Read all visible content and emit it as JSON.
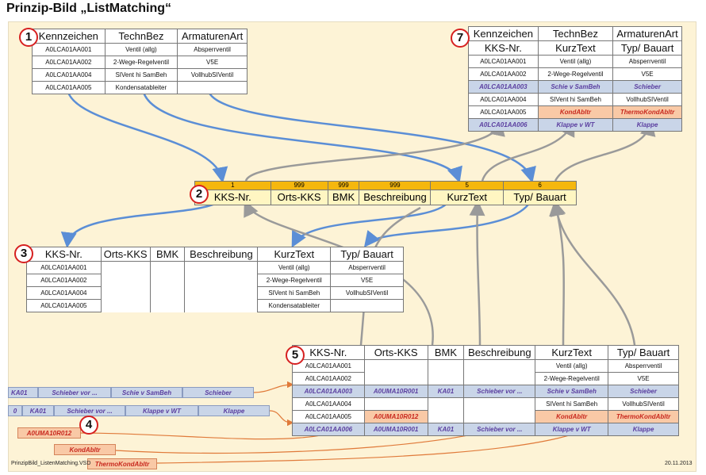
{
  "title": "Prinzip-Bild „ListMatching“",
  "footer_left": "PrinzipBild_ListenMatching.VSD",
  "footer_right": "20.11.2013",
  "badges": [
    "1",
    "2",
    "3",
    "4",
    "5",
    "7"
  ],
  "t1": {
    "headers": [
      "Kennzeichen",
      "TechnBez",
      "ArmaturenArt"
    ],
    "rows": [
      [
        "A0LCA01AA001",
        "Ventil (allg)",
        "Absperrventil"
      ],
      [
        "A0LCA01AA002",
        "2-Wege-Regelventil",
        "V5E"
      ],
      [
        "A0LCA01AA004",
        "SIVent hi SamBeh",
        "VollhubSIVentil"
      ],
      [
        "A0LCA01AA005",
        "Kondensatableiter",
        ""
      ]
    ]
  },
  "t2": {
    "nums": [
      "1",
      "999",
      "999",
      "999",
      "5",
      "6"
    ],
    "headers": [
      "KKS-Nr.",
      "Orts-KKS",
      "BMK",
      "Beschreibung",
      "KurzText",
      "Typ/ Bauart"
    ]
  },
  "t3": {
    "headers": [
      "KKS-Nr.",
      "Orts-KKS",
      "BMK",
      "Beschreibung",
      "KurzText",
      "Typ/ Bauart"
    ],
    "rows": [
      [
        "A0LCA01AA001",
        "",
        "",
        "",
        "Ventil (allg)",
        "Absperrventil"
      ],
      [
        "A0LCA01AA002",
        "",
        "",
        "",
        "2-Wege-Regelventil",
        "V5E"
      ],
      [
        "A0LCA01AA004",
        "",
        "",
        "",
        "SIVent hi SamBeh",
        "VollhubSIVentil"
      ],
      [
        "A0LCA01AA005",
        "",
        "",
        "",
        "Kondensatableiter",
        ""
      ]
    ]
  },
  "t5": {
    "headers": [
      "KKS-Nr.",
      "Orts-KKS",
      "BMK",
      "Beschreibung",
      "KurzText",
      "Typ/ Bauart"
    ],
    "rows": [
      [
        "A0LCA01AA001",
        "",
        "",
        "",
        "Ventil (allg)",
        "Absperrventil"
      ],
      [
        "A0LCA01AA002",
        "",
        "",
        "",
        "2-Wege-Regelventil",
        "V5E"
      ],
      [
        "A0LCA01AA003",
        "A0UMA10R001",
        "KA01",
        "Schieber vor ...",
        "Schie v SamBeh",
        "Schieber"
      ],
      [
        "A0LCA01AA004",
        "",
        "",
        "",
        "SIVent hi SamBeh",
        "VollhubSIVentil"
      ],
      [
        "A0LCA01AA005",
        "A0UMA10R012",
        "",
        "",
        "KondAbltr",
        "ThermoKondAbltr"
      ],
      [
        "A0LCA01AA006",
        "A0UMA10R001",
        "KA01",
        "Schieber vor ...",
        "Klappe v WT",
        "Klappe"
      ]
    ]
  },
  "t7": {
    "headers1": [
      "Kennzeichen",
      "TechnBez",
      "ArmaturenArt"
    ],
    "headers2": [
      "KKS-Nr.",
      "KurzText",
      "Typ/ Bauart"
    ],
    "rows": [
      [
        "A0LCA01AA001",
        "Ventil (allg)",
        "Absperrventil"
      ],
      [
        "A0LCA01AA002",
        "2-Wege-Regelventil",
        "V5E"
      ],
      [
        "A0LCA01AA003",
        "Schie v SamBeh",
        "Schieber"
      ],
      [
        "A0LCA01AA004",
        "SIVent hi SamBeh",
        "VollhubSIVentil"
      ],
      [
        "A0LCA01AA005",
        "KondAbltr",
        "ThermoKondAbltr"
      ],
      [
        "A0LCA01AA006",
        "Klappe v WT",
        "Klappe"
      ]
    ]
  },
  "strip1": [
    "KA01",
    "Schieber vor ...",
    "Schie v SamBeh",
    "Schieber"
  ],
  "strip2": [
    "0",
    "KA01",
    "Schieber vor ...",
    "Klappe v WT",
    "Klappe"
  ],
  "orange_boxes": [
    "A0UMA10R012",
    "KondAbltr",
    "ThermoKondAbltr"
  ],
  "colors": {
    "blue_arrow": "#5b8ed6",
    "gray_arrow": "#9a9a9a",
    "orange_line": "#e07a3a",
    "header_bar": "#f5b70e"
  }
}
